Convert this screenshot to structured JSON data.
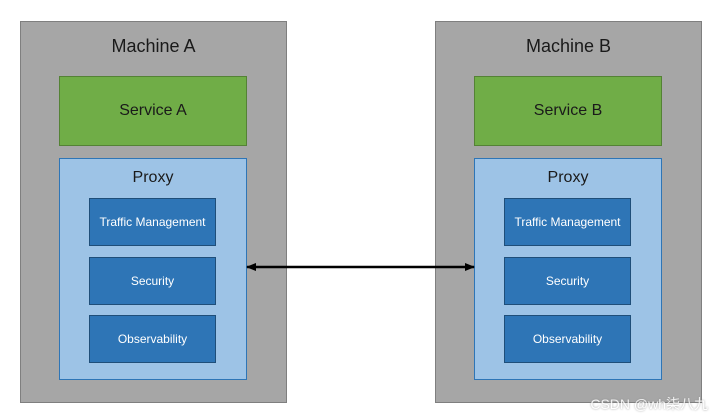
{
  "machine_a": {
    "title": "Machine A",
    "service": "Service A",
    "proxy": {
      "title": "Proxy",
      "features": [
        "Traffic Management",
        "Security",
        "Observability"
      ]
    }
  },
  "machine_b": {
    "title": "Machine B",
    "service": "Service B",
    "proxy": {
      "title": "Proxy",
      "features": [
        "Traffic Management",
        "Security",
        "Observability"
      ]
    }
  },
  "watermark": "CSDN @wh柒八九",
  "colors": {
    "machine": "#a6a6a6",
    "service": "#70ad47",
    "proxy": "#9dc3e6",
    "feature": "#2e75b6",
    "connector": "#000000"
  }
}
